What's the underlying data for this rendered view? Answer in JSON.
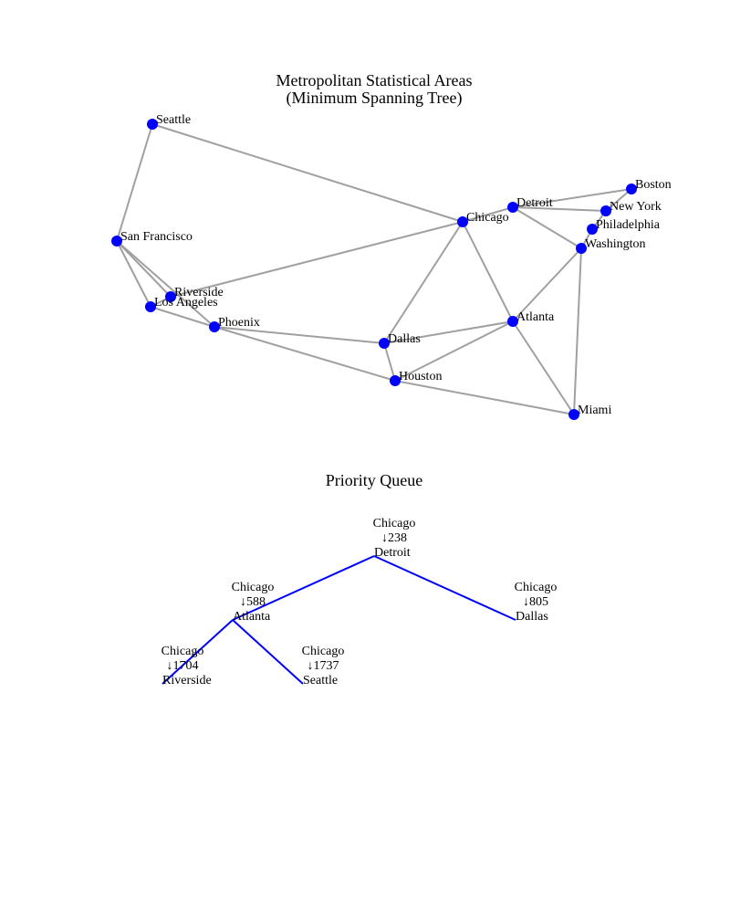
{
  "graph": {
    "title_line1": "Metropolitan Statistical Areas",
    "title_line2": "(Minimum Spanning Tree)",
    "edge_color": "#a0a0a0",
    "node_color": "#0000ff",
    "cities": [
      {
        "id": "seattle",
        "label": "Seattle"
      },
      {
        "id": "san-francisco",
        "label": "San Francisco"
      },
      {
        "id": "riverside",
        "label": "Riverside"
      },
      {
        "id": "los-angeles",
        "label": "Los Angeles"
      },
      {
        "id": "phoenix",
        "label": "Phoenix"
      },
      {
        "id": "chicago",
        "label": "Chicago"
      },
      {
        "id": "detroit",
        "label": "Detroit"
      },
      {
        "id": "boston",
        "label": "Boston"
      },
      {
        "id": "new-york",
        "label": "New York"
      },
      {
        "id": "philadelphia",
        "label": "Philadelphia"
      },
      {
        "id": "washington",
        "label": "Washington"
      },
      {
        "id": "atlanta",
        "label": "Atlanta"
      },
      {
        "id": "dallas",
        "label": "Dallas"
      },
      {
        "id": "houston",
        "label": "Houston"
      },
      {
        "id": "miami",
        "label": "Miami"
      }
    ],
    "edges": [
      [
        "seattle",
        "chicago"
      ],
      [
        "seattle",
        "san-francisco"
      ],
      [
        "san-francisco",
        "riverside"
      ],
      [
        "san-francisco",
        "los-angeles"
      ],
      [
        "san-francisco",
        "phoenix"
      ],
      [
        "riverside",
        "chicago"
      ],
      [
        "los-angeles",
        "riverside"
      ],
      [
        "los-angeles",
        "phoenix"
      ],
      [
        "phoenix",
        "dallas"
      ],
      [
        "phoenix",
        "houston"
      ],
      [
        "chicago",
        "detroit"
      ],
      [
        "chicago",
        "dallas"
      ],
      [
        "chicago",
        "atlanta"
      ],
      [
        "detroit",
        "boston"
      ],
      [
        "detroit",
        "new-york"
      ],
      [
        "detroit",
        "washington"
      ],
      [
        "boston",
        "new-york"
      ],
      [
        "new-york",
        "philadelphia"
      ],
      [
        "philadelphia",
        "washington"
      ],
      [
        "washington",
        "atlanta"
      ],
      [
        "washington",
        "miami"
      ],
      [
        "atlanta",
        "dallas"
      ],
      [
        "atlanta",
        "houston"
      ],
      [
        "atlanta",
        "miami"
      ],
      [
        "dallas",
        "houston"
      ],
      [
        "houston",
        "miami"
      ]
    ]
  },
  "priority_queue": {
    "title": "Priority Queue",
    "line_color": "#0000ff",
    "arrow": "↓",
    "nodes": [
      {
        "id": "pq-root",
        "from": "Chicago",
        "weight": "238",
        "to": "Detroit",
        "parent": null
      },
      {
        "id": "pq-atlanta",
        "from": "Chicago",
        "weight": "588",
        "to": "Atlanta",
        "parent": "pq-root"
      },
      {
        "id": "pq-dallas",
        "from": "Chicago",
        "weight": "805",
        "to": "Dallas",
        "parent": "pq-root"
      },
      {
        "id": "pq-riverside",
        "from": "Chicago",
        "weight": "1704",
        "to": "Riverside",
        "parent": "pq-atlanta"
      },
      {
        "id": "pq-seattle",
        "from": "Chicago",
        "weight": "1737",
        "to": "Seattle",
        "parent": "pq-atlanta"
      }
    ]
  }
}
